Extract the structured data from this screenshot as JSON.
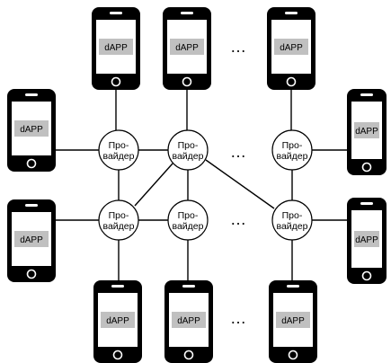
{
  "phone_label": "dApp",
  "provider_label": [
    "Про-",
    "вайдер"
  ],
  "ellipsis": "…",
  "colors": {
    "phone_body": "#000000",
    "screen": "#c0c0c0",
    "line": "#000000",
    "provider_fill": "#ffffff"
  },
  "phones": [
    {
      "id": "phone-top-1",
      "label": "dAPP"
    },
    {
      "id": "phone-top-2",
      "label": "dAPP"
    },
    {
      "id": "phone-top-3",
      "label": "dAPP"
    },
    {
      "id": "phone-left-1",
      "label": "dAPP"
    },
    {
      "id": "phone-left-2",
      "label": "dAPP"
    },
    {
      "id": "phone-right-1",
      "label": "dAPP"
    },
    {
      "id": "phone-right-2",
      "label": "dAPP"
    },
    {
      "id": "phone-bottom-1",
      "label": "dAPP"
    },
    {
      "id": "phone-bottom-2",
      "label": "dAPP"
    },
    {
      "id": "phone-bottom-3",
      "label": "dAPP"
    }
  ],
  "providers": [
    {
      "id": "provider-r1-1",
      "lines": [
        "Про-",
        "вайдер"
      ]
    },
    {
      "id": "provider-r1-2",
      "lines": [
        "Про-",
        "вайдер"
      ]
    },
    {
      "id": "provider-r1-3",
      "lines": [
        "Про-",
        "вайдер"
      ]
    },
    {
      "id": "provider-r2-1",
      "lines": [
        "Про-",
        "вайдер"
      ]
    },
    {
      "id": "provider-r2-2",
      "lines": [
        "Про-",
        "вайдер"
      ]
    },
    {
      "id": "provider-r2-3",
      "lines": [
        "Про-",
        "вайдер"
      ]
    }
  ],
  "ellipses": [
    "…",
    "…",
    "…",
    "…"
  ]
}
